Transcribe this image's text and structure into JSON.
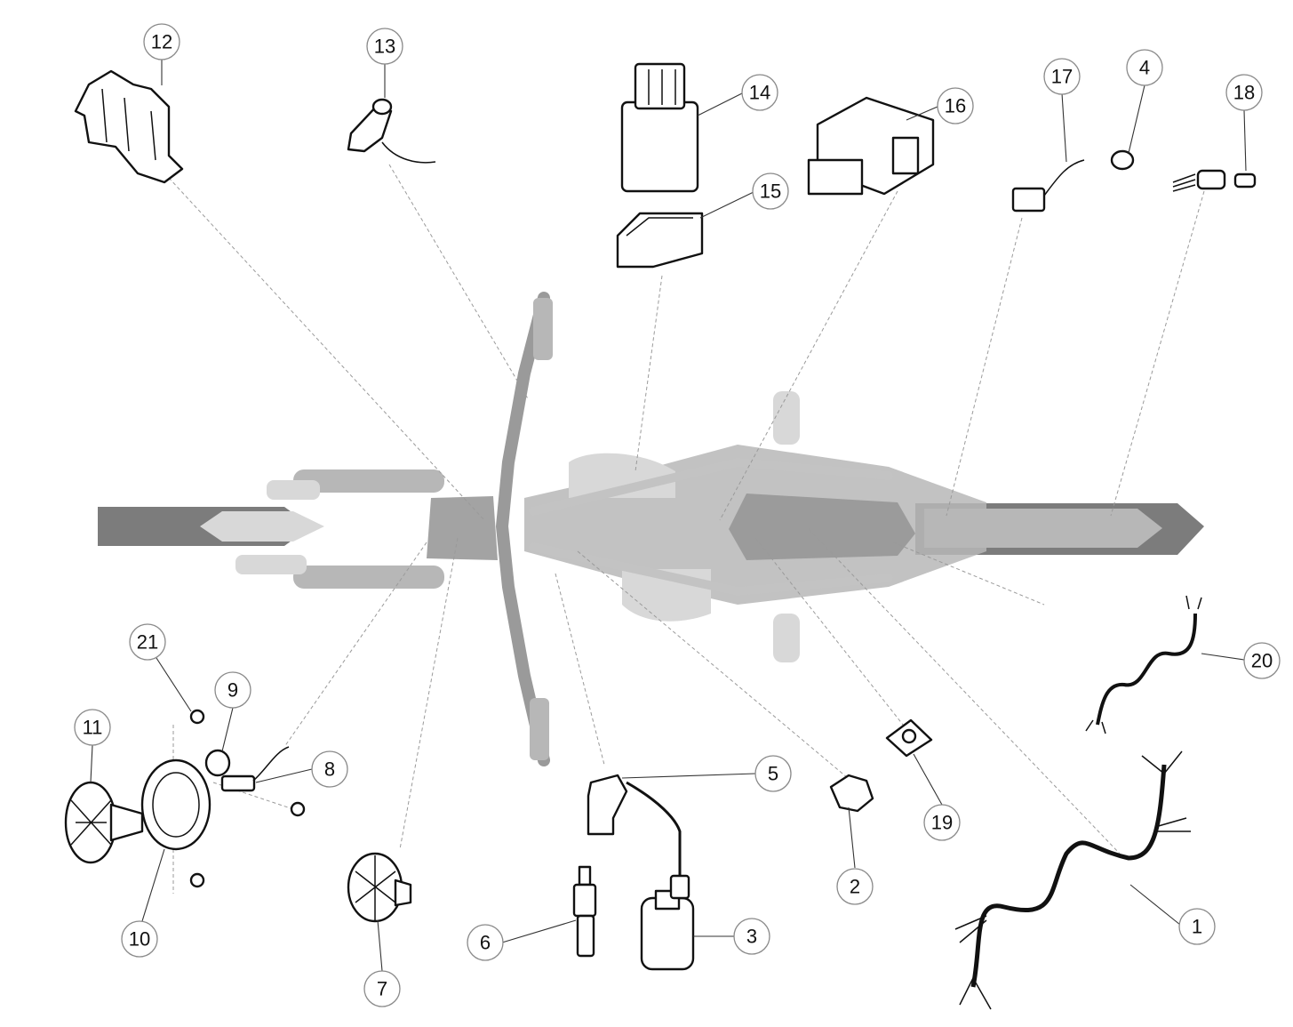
{
  "callouts": [
    {
      "id": "c1",
      "label": "1"
    },
    {
      "id": "c2",
      "label": "2"
    },
    {
      "id": "c3",
      "label": "3"
    },
    {
      "id": "c4",
      "label": "4"
    },
    {
      "id": "c5",
      "label": "5"
    },
    {
      "id": "c6",
      "label": "6"
    },
    {
      "id": "c7",
      "label": "7"
    },
    {
      "id": "c8",
      "label": "8"
    },
    {
      "id": "c9",
      "label": "9"
    },
    {
      "id": "c10",
      "label": "10"
    },
    {
      "id": "c11",
      "label": "11"
    },
    {
      "id": "c12",
      "label": "12"
    },
    {
      "id": "c13",
      "label": "13"
    },
    {
      "id": "c14",
      "label": "14"
    },
    {
      "id": "c15",
      "label": "15"
    },
    {
      "id": "c16",
      "label": "16"
    },
    {
      "id": "c17",
      "label": "17"
    },
    {
      "id": "c18",
      "label": "18"
    },
    {
      "id": "c19",
      "label": "19"
    },
    {
      "id": "c20",
      "label": "20"
    },
    {
      "id": "c21",
      "label": "21"
    }
  ],
  "colors": {
    "bike_silhouette": "#b7b7b7",
    "tyre": "#7c7c7c",
    "part_outline": "#111111",
    "leader_line": "#9a9a9a"
  }
}
